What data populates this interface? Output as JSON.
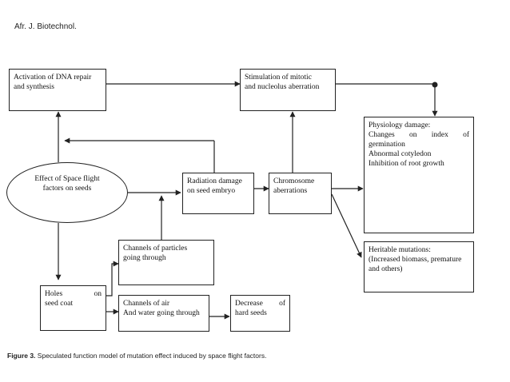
{
  "header": {
    "journal": "Afr. J. Biotechnol."
  },
  "caption": {
    "label": "Figure 3.",
    "text": " Speculated function model of mutation effect induced by space flight factors."
  },
  "nodes": {
    "dna_repair": [
      "Activation of DNA repair",
      "and synthesis"
    ],
    "mitotic": [
      "Stimulation  of  mitotic",
      "and nucleolus aberration"
    ],
    "physiology": {
      "title": "Physiology damage:",
      "line2": [
        "Changes",
        "on",
        "index",
        "of"
      ],
      "rest": [
        "germination",
        "Abnormal cotyledon",
        "Inhibition of root growth"
      ]
    },
    "space_flight": [
      "Effect of Space flight",
      "factors on seeds"
    ],
    "radiation": [
      "Radiation damage",
      "on seed embryo"
    ],
    "chromosome": [
      "Chromosome",
      "aberrations"
    ],
    "heritable": [
      "Heritable mutations:",
      "(Increased biomass, premature",
      "and others)"
    ],
    "particles": [
      "Channels  of  particles",
      "going through"
    ],
    "holes": {
      "line1": [
        "Holes",
        "on"
      ],
      "line2": "seed coat"
    },
    "air": [
      "Channels of air",
      "And water going through"
    ],
    "decrease": {
      "line1": [
        "Decrease",
        "of"
      ],
      "line2": "hard seeds"
    }
  },
  "colors": {
    "ink": "#222222",
    "background": "#ffffff"
  }
}
